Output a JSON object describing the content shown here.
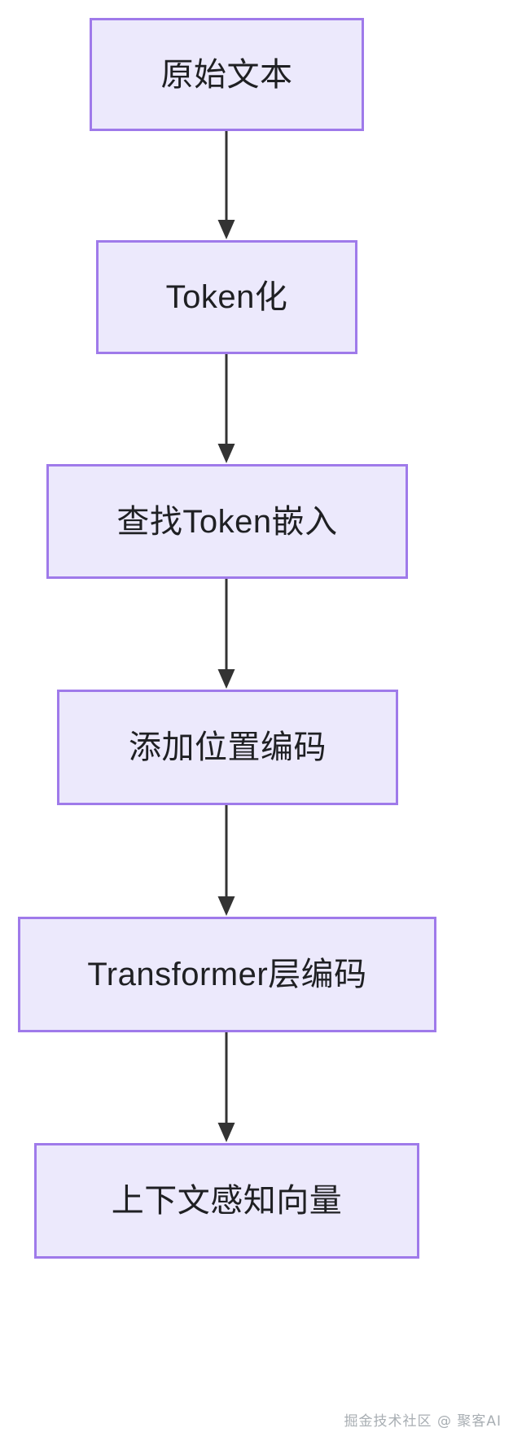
{
  "diagram": {
    "type": "flowchart",
    "orientation": "top-to-bottom",
    "title": "",
    "colors": {
      "node_fill": "#ece9fc",
      "node_border": "#9f7aea",
      "node_text": "#1f2023",
      "edge": "#333333",
      "background": "#ffffff",
      "watermark_text": "#9aa0a6"
    },
    "nodes": [
      {
        "id": "n0",
        "label": "原始文本"
      },
      {
        "id": "n1",
        "label": "Token化"
      },
      {
        "id": "n2",
        "label": "查找Token嵌入"
      },
      {
        "id": "n3",
        "label": "添加位置编码"
      },
      {
        "id": "n4",
        "label": "Transformer层编码"
      },
      {
        "id": "n5",
        "label": "上下文感知向量"
      }
    ],
    "edges": [
      {
        "from": "n0",
        "to": "n1",
        "label": "",
        "arrow": "arrow-down-icon"
      },
      {
        "from": "n1",
        "to": "n2",
        "label": "",
        "arrow": "arrow-down-icon"
      },
      {
        "from": "n2",
        "to": "n3",
        "label": "",
        "arrow": "arrow-down-icon"
      },
      {
        "from": "n3",
        "to": "n4",
        "label": "",
        "arrow": "arrow-down-icon"
      },
      {
        "from": "n4",
        "to": "n5",
        "label": "",
        "arrow": "arrow-down-icon"
      }
    ]
  },
  "watermark": {
    "text": "掘金技术社区 @ 聚客AI"
  }
}
